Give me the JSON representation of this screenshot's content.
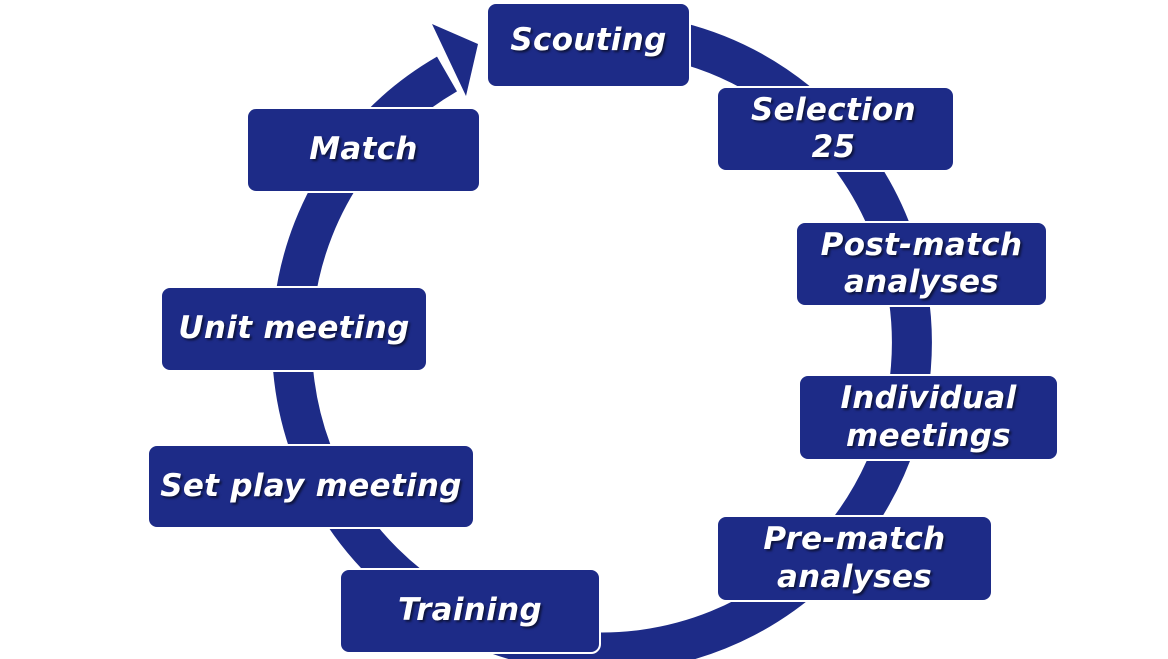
{
  "diagram": {
    "type": "cycle",
    "colors": {
      "box": "#1d2b87",
      "ring": "#1d2b87",
      "text": "#ffffff",
      "background": "#ffffff"
    },
    "steps": [
      {
        "id": "scouting",
        "label": "Scouting"
      },
      {
        "id": "selection",
        "label": "Selection\n25"
      },
      {
        "id": "postmatch",
        "label": "Post-match\nanalyses"
      },
      {
        "id": "individual",
        "label": "Individual\nmeetings"
      },
      {
        "id": "prematch",
        "label": "Pre-match\nanalyses"
      },
      {
        "id": "training",
        "label": "Training"
      },
      {
        "id": "setplay",
        "label": "Set play meeting"
      },
      {
        "id": "unitmeeting",
        "label": "Unit meeting"
      },
      {
        "id": "match",
        "label": "Match"
      }
    ],
    "arrow_direction": "clockwise",
    "arrowhead_icon": "arrowhead-icon"
  }
}
